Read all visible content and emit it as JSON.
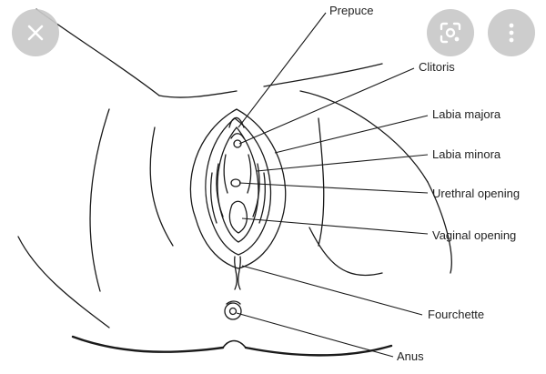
{
  "labels": [
    {
      "id": "prepuce",
      "text": "Prepuce"
    },
    {
      "id": "clitoris",
      "text": "Clitoris"
    },
    {
      "id": "labia-majora",
      "text": "Labia majora"
    },
    {
      "id": "labia-minora",
      "text": "Labia minora"
    },
    {
      "id": "urethral-opening",
      "text": "Urethral opening"
    },
    {
      "id": "vaginal-opening",
      "text": "Vaginal opening"
    },
    {
      "id": "fourchette",
      "text": "Fourchette"
    },
    {
      "id": "anus",
      "text": "Anus"
    }
  ],
  "toolbar": {
    "close_icon": "close-icon",
    "lens_icon": "lens-search-icon",
    "more_icon": "more-vertical-icon"
  },
  "colors": {
    "line": "#1a1a1a",
    "button_bg": "#c9c9c9",
    "icon": "#ffffff"
  }
}
